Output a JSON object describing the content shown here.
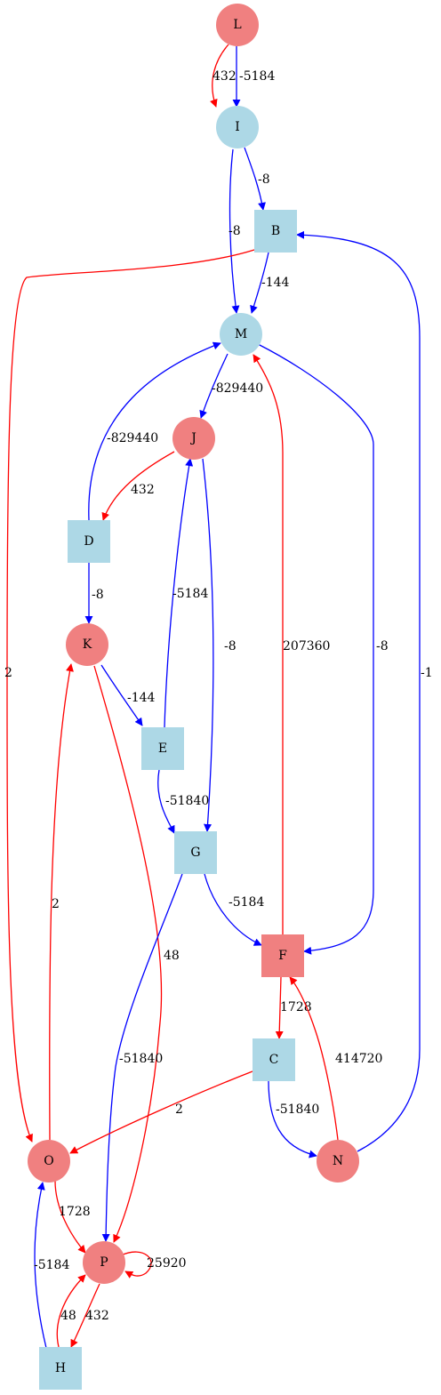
{
  "colors": {
    "circle_red": "#f08080",
    "light_blue": "#add8e6",
    "edge_red": "#ff0000",
    "edge_blue": "#0000ff"
  },
  "nodes": [
    {
      "id": "L",
      "label": "L",
      "shape": "circle",
      "color": "red"
    },
    {
      "id": "I",
      "label": "I",
      "shape": "circle",
      "color": "blue"
    },
    {
      "id": "B",
      "label": "B",
      "shape": "square",
      "color": "blue"
    },
    {
      "id": "M",
      "label": "M",
      "shape": "circle",
      "color": "blue"
    },
    {
      "id": "J",
      "label": "J",
      "shape": "circle",
      "color": "red"
    },
    {
      "id": "D",
      "label": "D",
      "shape": "square",
      "color": "blue"
    },
    {
      "id": "K",
      "label": "K",
      "shape": "circle",
      "color": "red"
    },
    {
      "id": "E",
      "label": "E",
      "shape": "square",
      "color": "blue"
    },
    {
      "id": "G",
      "label": "G",
      "shape": "square",
      "color": "blue"
    },
    {
      "id": "F",
      "label": "F",
      "shape": "square",
      "color": "red"
    },
    {
      "id": "C",
      "label": "C",
      "shape": "square",
      "color": "blue"
    },
    {
      "id": "O",
      "label": "O",
      "shape": "circle",
      "color": "red"
    },
    {
      "id": "N",
      "label": "N",
      "shape": "circle",
      "color": "red"
    },
    {
      "id": "P",
      "label": "P",
      "shape": "circle",
      "color": "red"
    },
    {
      "id": "H",
      "label": "H",
      "shape": "square",
      "color": "blue"
    }
  ],
  "edges": [
    {
      "from": "L",
      "to": "I",
      "label": "432",
      "color": "red"
    },
    {
      "from": "L",
      "to": "I",
      "label": "-5184",
      "color": "blue"
    },
    {
      "from": "I",
      "to": "B",
      "label": "-8",
      "color": "blue"
    },
    {
      "from": "I",
      "to": "M",
      "label": "-8",
      "color": "blue"
    },
    {
      "from": "B",
      "to": "M",
      "label": "-144",
      "color": "blue"
    },
    {
      "from": "B",
      "to": "O",
      "label": "2",
      "color": "red"
    },
    {
      "from": "M",
      "to": "J",
      "label": "-829440",
      "color": "blue"
    },
    {
      "from": "M",
      "to": "F",
      "label": "-8",
      "color": "blue"
    },
    {
      "from": "D",
      "to": "M",
      "label": "-829440",
      "color": "blue"
    },
    {
      "from": "J",
      "to": "D",
      "label": "432",
      "color": "red"
    },
    {
      "from": "J",
      "to": "G",
      "label": "-8",
      "color": "blue"
    },
    {
      "from": "D",
      "to": "K",
      "label": "-8",
      "color": "blue"
    },
    {
      "from": "E",
      "to": "J",
      "label": "-5184",
      "color": "blue"
    },
    {
      "from": "F",
      "to": "M",
      "label": "207360",
      "color": "red"
    },
    {
      "from": "N",
      "to": "B",
      "label": "-1",
      "color": "blue"
    },
    {
      "from": "K",
      "to": "E",
      "label": "-144",
      "color": "blue"
    },
    {
      "from": "K",
      "to": "P",
      "label": "48",
      "color": "red"
    },
    {
      "from": "E",
      "to": "G",
      "label": "-51840",
      "color": "blue"
    },
    {
      "from": "G",
      "to": "F",
      "label": "-5184",
      "color": "blue"
    },
    {
      "from": "G",
      "to": "P",
      "label": "-51840",
      "color": "blue"
    },
    {
      "from": "O",
      "to": "K",
      "label": "2",
      "color": "red"
    },
    {
      "from": "F",
      "to": "C",
      "label": "1728",
      "color": "red"
    },
    {
      "from": "N",
      "to": "F",
      "label": "414720",
      "color": "red"
    },
    {
      "from": "C",
      "to": "O",
      "label": "2",
      "color": "red"
    },
    {
      "from": "C",
      "to": "N",
      "label": "-51840",
      "color": "blue"
    },
    {
      "from": "O",
      "to": "P",
      "label": "1728",
      "color": "red"
    },
    {
      "from": "H",
      "to": "O",
      "label": "-5184",
      "color": "blue"
    },
    {
      "from": "P",
      "to": "P",
      "label": "25920",
      "color": "red"
    },
    {
      "from": "P",
      "to": "H",
      "label": "432",
      "color": "red"
    },
    {
      "from": "H",
      "to": "P",
      "label": "48",
      "color": "red"
    }
  ]
}
